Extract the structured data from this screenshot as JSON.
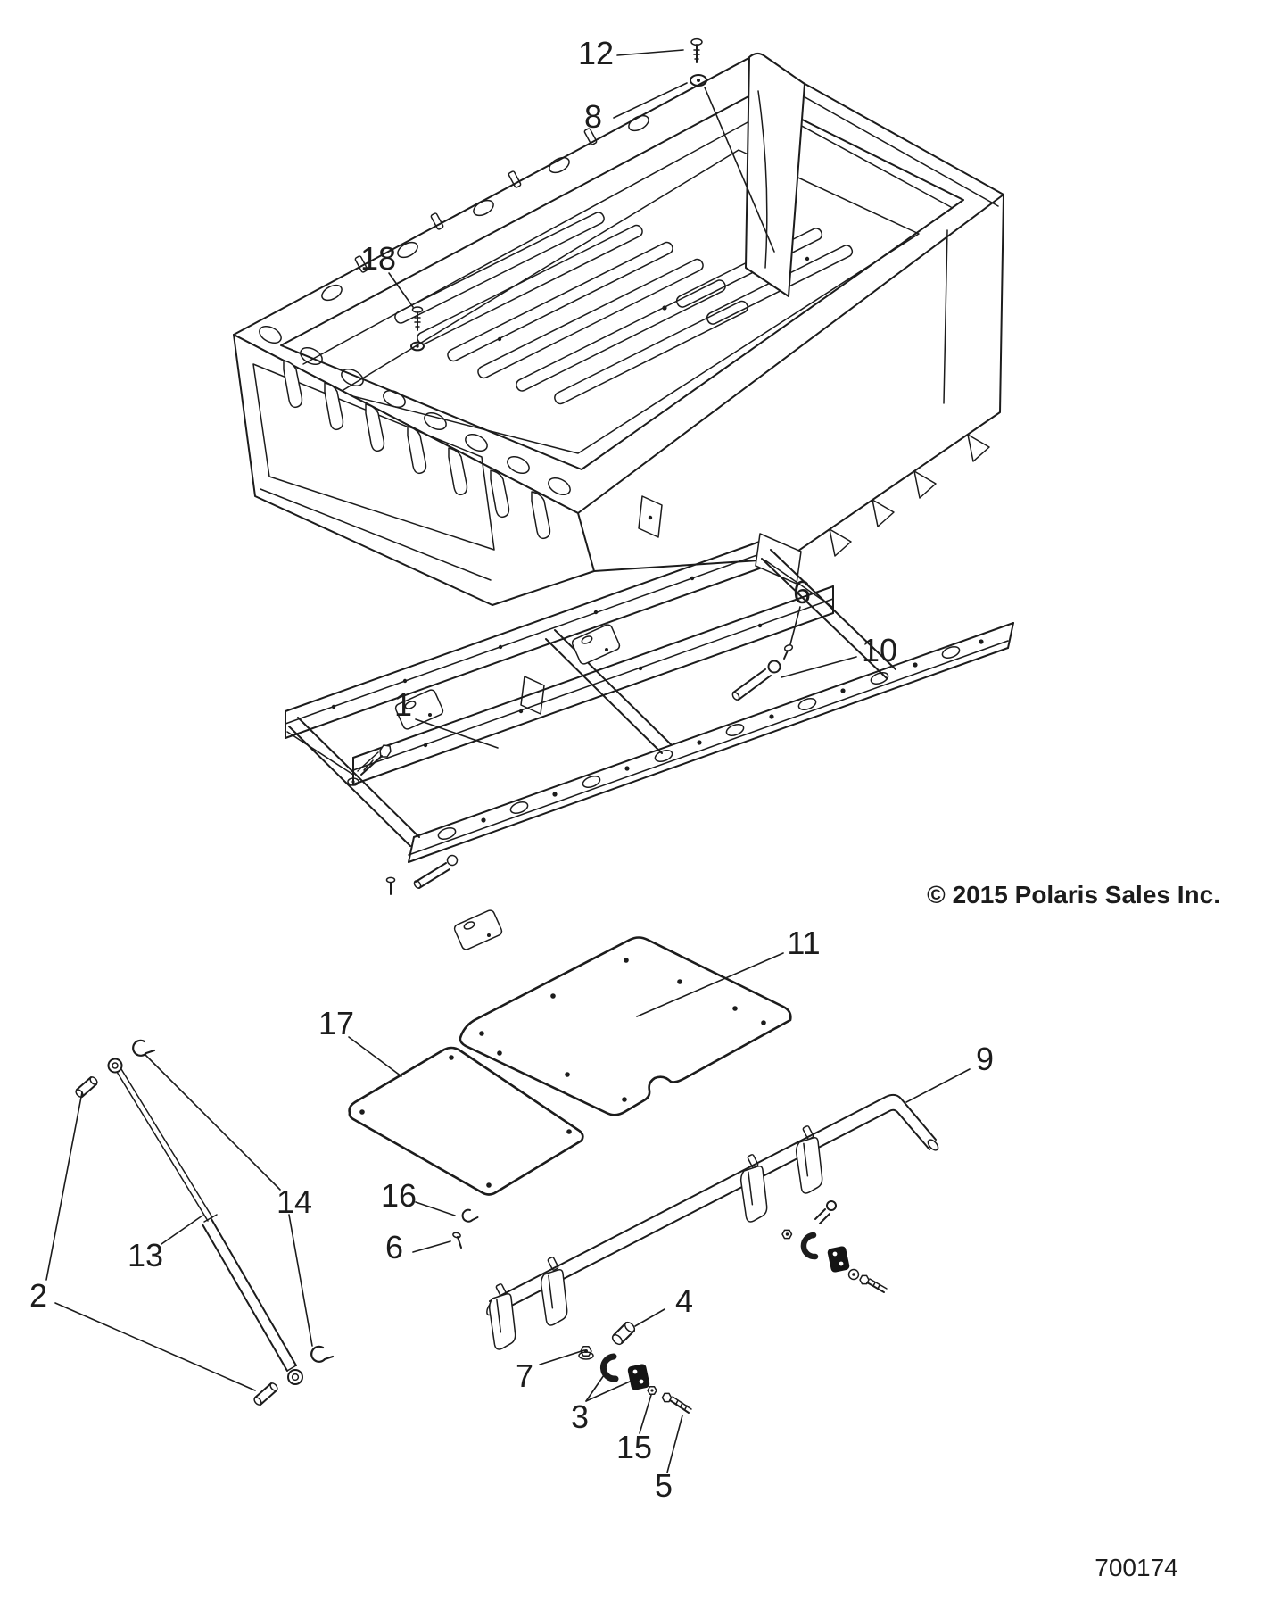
{
  "diagram": {
    "copyright": "© 2015 Polaris Sales Inc.",
    "figure_number": "700174",
    "colors": {
      "line": "#1c1c1c",
      "background": "#ffffff",
      "clamp_fill": "#141414"
    },
    "callouts": [
      {
        "id": "12",
        "label": "12"
      },
      {
        "id": "8",
        "label": "8"
      },
      {
        "id": "18",
        "label": "18"
      },
      {
        "id": "1",
        "label": "1"
      },
      {
        "id": "6a",
        "label": "6"
      },
      {
        "id": "10",
        "label": "10"
      },
      {
        "id": "11",
        "label": "11"
      },
      {
        "id": "17",
        "label": "17"
      },
      {
        "id": "9",
        "label": "9"
      },
      {
        "id": "16",
        "label": "16"
      },
      {
        "id": "6b",
        "label": "6"
      },
      {
        "id": "14",
        "label": "14"
      },
      {
        "id": "13",
        "label": "13"
      },
      {
        "id": "2",
        "label": "2"
      },
      {
        "id": "4",
        "label": "4"
      },
      {
        "id": "7",
        "label": "7"
      },
      {
        "id": "3",
        "label": "3"
      },
      {
        "id": "15",
        "label": "15"
      },
      {
        "id": "5",
        "label": "5"
      }
    ]
  }
}
